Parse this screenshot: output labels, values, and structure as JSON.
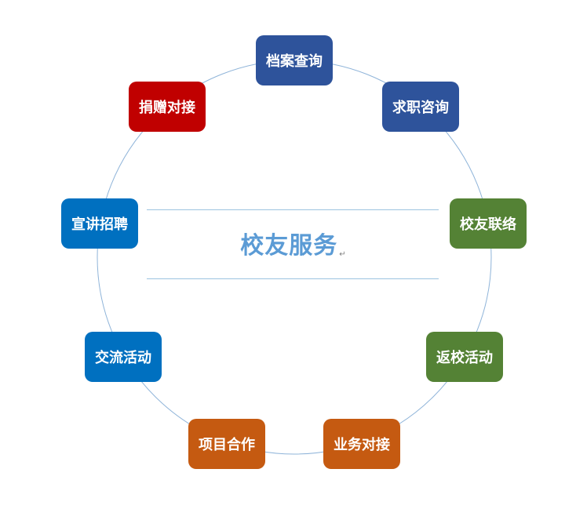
{
  "center": {
    "title": "校友服务",
    "return_mark": "↵"
  },
  "colors": {
    "ring": "#8fb4d9",
    "divider": "#9cc3e0",
    "title": "#5b9bd5",
    "blue_dark": "#2e539b",
    "blue": "#0070c0",
    "red": "#c00000",
    "green": "#548235",
    "orange": "#c55a11"
  },
  "nodes": [
    {
      "id": "archive-query",
      "label": "档案查询",
      "color": "#2e539b"
    },
    {
      "id": "job-consult",
      "label": "求职咨询",
      "color": "#2e539b"
    },
    {
      "id": "alumni-contact",
      "label": "校友联络",
      "color": "#548235"
    },
    {
      "id": "return-activity",
      "label": "返校活动",
      "color": "#548235"
    },
    {
      "id": "business-docking",
      "label": "业务对接",
      "color": "#c55a11"
    },
    {
      "id": "project-coop",
      "label": "项目合作",
      "color": "#c55a11"
    },
    {
      "id": "exchange-activity",
      "label": "交流活动",
      "color": "#0070c0"
    },
    {
      "id": "recruit-talk",
      "label": "宣讲招聘",
      "color": "#0070c0"
    },
    {
      "id": "donation-docking",
      "label": "捐赠对接",
      "color": "#c00000"
    }
  ]
}
